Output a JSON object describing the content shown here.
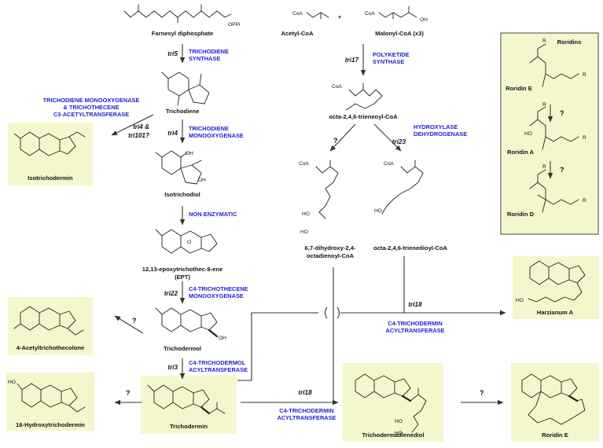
{
  "molecules": {
    "fpp": "Farnesyl diphosphate",
    "fpp_group": "OPPi",
    "acetyl": "Acetyl-CoA",
    "malonyl": "Malonyl-CoA (x3)",
    "plus": "+",
    "trichodiene": "Trichodiene",
    "octa_trienoyl": "octa-2,4,6-trieneoyl-CoA",
    "isotrichodermin": "Isotrichodermin",
    "isotrichodiol": "Isotrichodiol",
    "dihydroxy_line1": "6,7-dihydroxy-2,4-",
    "dihydroxy_line2": "octadienoyl-CoA",
    "trienedioyl": "octa-2,4,6-trienedioyl-CoA",
    "ept_line1": "12,13-epoxytrichothec-9-ene",
    "ept_line2": "(EPT)",
    "trichodermol": "Trichodermol",
    "acetyltrichothecolone": "4-Acetyltrichothecolone",
    "trichodermin": "Trichodermin",
    "hydroxytrichodermin": "16-Hydroxytrichodermin",
    "trichodermadienediol": "Trichodermadienediol",
    "harzianum": "Harzianum A",
    "roridin_e": "Roridin E",
    "roridins_title": "Roridins",
    "roridin_e_box": "Roridin E",
    "roridin_a": "Roridin A",
    "roridin_d": "Roridin D"
  },
  "genes": {
    "tri5": "tri5",
    "tri4": "tri4",
    "tri4_tri101_l1": "tri4 &",
    "tri4_tri101_l2": "tri101?",
    "tri17": "tri17",
    "tri23": "tri23",
    "tri22": "tri22",
    "tri3": "tri3",
    "tri18_a": "tri18",
    "tri18_b": "tri18"
  },
  "enzymes": {
    "trichodiene_synthase_l1": "TRICHODIENE",
    "trichodiene_synthase_l2": "SYNTHASE",
    "monoox_acetyl_l1": "TRICHODIENE MONOOXYGENASE",
    "monoox_acetyl_l2": "& TRICHOTHECENE",
    "monoox_acetyl_l3": "C3-ACETYLTRANSFERASE",
    "trichodiene_monoox_l1": "TRICHODIENE",
    "trichodiene_monoox_l2": "MONOOXYGENASE",
    "nonenzymatic": "NON-ENZYMATIC",
    "pks_l1": "POLYKETIDE",
    "pks_l2": "SYNTHASE",
    "hydroxylase_l1": "HYDROXYLASE",
    "hydroxylase_l2": "DEHYDROGENASE",
    "c4_monoox_l1": "C4-TRICHOTHECENE",
    "c4_monoox_l2": "MONOOXYGENASE",
    "c4_trichodermol_l1": "C4-TRICHODERMOL",
    "c4_trichodermol_l2": "ACYLTRANSFERASE",
    "c4_trichodermin_a_l1": "C4-TRICHODERMIN",
    "c4_trichodermin_a_l2": "ACYLTRANSFERASE",
    "c4_trichodermin_b_l1": "C4-TRICHODERMIN",
    "c4_trichodermin_b_l2": "ACYLTRANSFERASE"
  },
  "unknown_marks": {
    "mark": "?"
  },
  "atoms": {
    "coa": "CoA",
    "o": "O",
    "oh": "OH",
    "ho": "HO",
    "r": "R"
  },
  "colors": {
    "enzyme_text": "#1f1fd0",
    "highlight_fill": "#f4f7cc",
    "line": "#222222"
  }
}
